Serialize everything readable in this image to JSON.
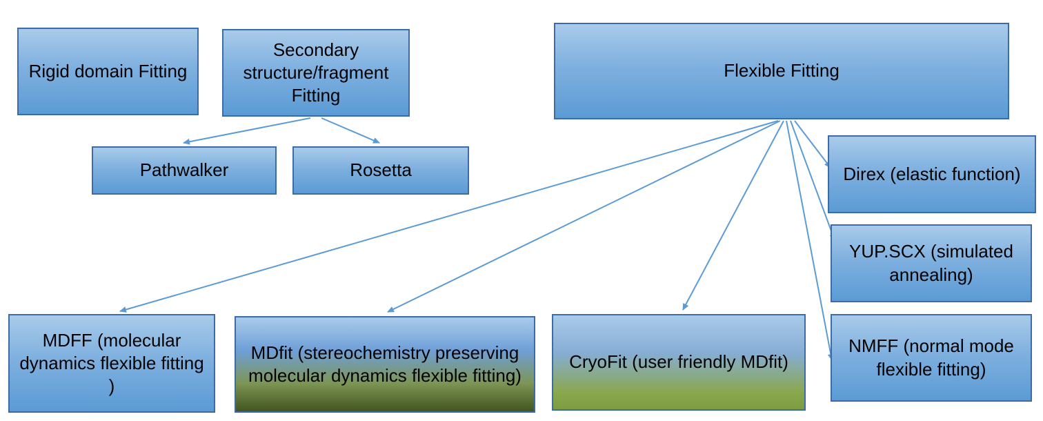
{
  "diagram": {
    "title": "Cryo-EM model fitting methods diagram",
    "nodes": {
      "rigid": {
        "label": "Rigid domain Fitting"
      },
      "secondary": {
        "label": "Secondary structure/fragment Fitting"
      },
      "flexible": {
        "label": "Flexible Fitting"
      },
      "pathwalker": {
        "label": "Pathwalker"
      },
      "rosetta": {
        "label": "Rosetta"
      },
      "direx": {
        "label": "Direx (elastic function)"
      },
      "yupscx": {
        "label": "YUP.SCX (simulated annealing)"
      },
      "nmff": {
        "label": "NMFF (normal mode flexible fitting)"
      },
      "mdff": {
        "label": "MDFF (molecular dynamics flexible fitting )"
      },
      "mdfit": {
        "label": "MDfit (stereochemistry preserving molecular dynamics flexible fitting)"
      },
      "cryofit": {
        "label": "CryoFit (user friendly MDfit)"
      }
    },
    "edges": [
      {
        "from": "secondary",
        "to": "pathwalker"
      },
      {
        "from": "secondary",
        "to": "rosetta"
      },
      {
        "from": "flexible",
        "to": "mdff"
      },
      {
        "from": "flexible",
        "to": "mdfit"
      },
      {
        "from": "flexible",
        "to": "cryofit"
      },
      {
        "from": "flexible",
        "to": "nmff"
      },
      {
        "from": "flexible",
        "to": "yupscx"
      },
      {
        "from": "flexible",
        "to": "direx"
      }
    ],
    "colors": {
      "box_gradient_top": "#a9cbea",
      "box_gradient_bottom": "#5b9bd5",
      "box_border": "#3b6ca8",
      "arrow": "#5b9bd5",
      "green_gradient_bottom": "#7d9b3f",
      "dark_green_gradient_bottom": "#42551f",
      "text": "#000000",
      "background": "#ffffff"
    }
  }
}
